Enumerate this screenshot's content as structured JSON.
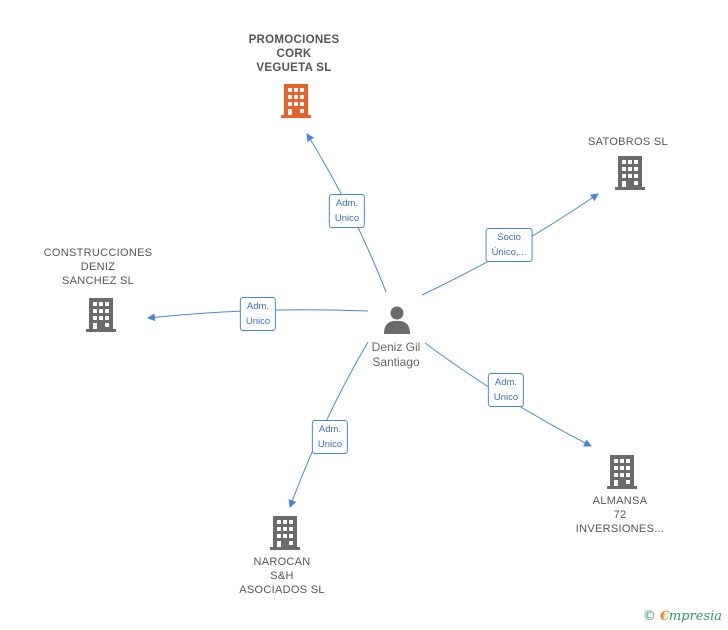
{
  "colors": {
    "edge": "#4a86d8",
    "building": "#6b6b6b",
    "building_main": "#e8602a",
    "person": "#6b6b6b"
  },
  "center": {
    "name_lines": [
      "Deniz Gil",
      "Santiago"
    ],
    "icon": "person-icon"
  },
  "companies": [
    {
      "id": "promociones",
      "main": true,
      "name_lines": [
        "PROMOCIONES",
        "CORK",
        "VEGUETA  SL"
      ],
      "relation_lines": [
        "Adm.",
        "Unico"
      ],
      "icon": "building-icon"
    },
    {
      "id": "satobros",
      "main": false,
      "name_lines": [
        "SATOBROS SL"
      ],
      "relation_lines": [
        "Socio",
        "Único,..."
      ],
      "icon": "building-icon"
    },
    {
      "id": "construcciones",
      "main": false,
      "name_lines": [
        "CONSTRUCCIONES",
        "DENIZ",
        "SANCHEZ SL"
      ],
      "relation_lines": [
        "Adm.",
        "Unico"
      ],
      "icon": "building-icon"
    },
    {
      "id": "almansa",
      "main": false,
      "name_lines": [
        "ALMANSA",
        "72",
        "INVERSIONES..."
      ],
      "relation_lines": [
        "Adm.",
        "Unico"
      ],
      "icon": "building-icon"
    },
    {
      "id": "narocan",
      "main": false,
      "name_lines": [
        "NAROCAN",
        "S&H",
        "ASOCIADOS SL"
      ],
      "relation_lines": [
        "Adm.",
        "Unico"
      ],
      "icon": "building-icon"
    }
  ],
  "footer": {
    "copyright": "©",
    "brand_first": "€",
    "brand_rest": "mpresia"
  }
}
